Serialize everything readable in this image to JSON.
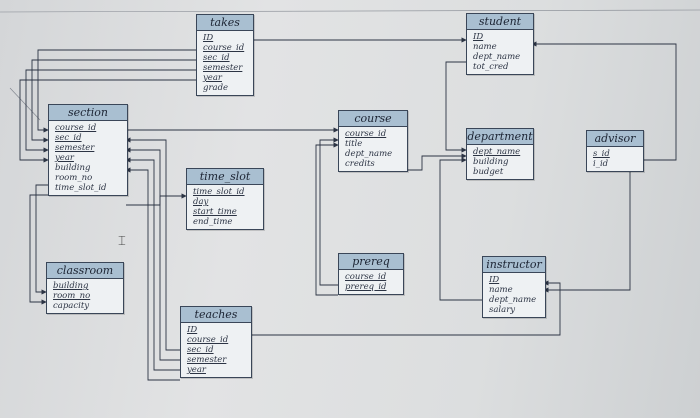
{
  "tables": {
    "takes": {
      "name": "takes",
      "attributes": [
        {
          "label": "ID",
          "pk": true
        },
        {
          "label": "course_id",
          "pk": true
        },
        {
          "label": "sec_id",
          "pk": true
        },
        {
          "label": "semester",
          "pk": true
        },
        {
          "label": "year",
          "pk": true
        },
        {
          "label": "grade",
          "pk": false
        }
      ]
    },
    "student": {
      "name": "student",
      "attributes": [
        {
          "label": "ID",
          "pk": true
        },
        {
          "label": "name",
          "pk": false
        },
        {
          "label": "dept_name",
          "pk": false
        },
        {
          "label": "tot_cred",
          "pk": false
        }
      ]
    },
    "section": {
      "name": "section",
      "attributes": [
        {
          "label": "course_id",
          "pk": true
        },
        {
          "label": "sec_id",
          "pk": true
        },
        {
          "label": "semester",
          "pk": true
        },
        {
          "label": "year",
          "pk": true
        },
        {
          "label": "building",
          "pk": false
        },
        {
          "label": "room_no",
          "pk": false
        },
        {
          "label": "time_slot_id",
          "pk": false
        }
      ]
    },
    "course": {
      "name": "course",
      "attributes": [
        {
          "label": "course_id",
          "pk": true
        },
        {
          "label": "title",
          "pk": false
        },
        {
          "label": "dept_name",
          "pk": false
        },
        {
          "label": "credits",
          "pk": false
        }
      ]
    },
    "department": {
      "name": "department",
      "attributes": [
        {
          "label": "dept_name",
          "pk": true
        },
        {
          "label": "building",
          "pk": false
        },
        {
          "label": "budget",
          "pk": false
        }
      ]
    },
    "advisor": {
      "name": "advisor",
      "attributes": [
        {
          "label": "s_id",
          "pk": true
        },
        {
          "label": "i_id",
          "pk": false
        }
      ]
    },
    "time_slot": {
      "name": "time_slot",
      "attributes": [
        {
          "label": "time_slot_id",
          "pk": true
        },
        {
          "label": "day",
          "pk": true
        },
        {
          "label": "start_time",
          "pk": true
        },
        {
          "label": "end_time",
          "pk": false
        }
      ]
    },
    "prereq": {
      "name": "prereq",
      "attributes": [
        {
          "label": "course_id",
          "pk": true
        },
        {
          "label": "prereq_id",
          "pk": true
        }
      ]
    },
    "classroom": {
      "name": "classroom",
      "attributes": [
        {
          "label": "building",
          "pk": true
        },
        {
          "label": "room_no",
          "pk": true
        },
        {
          "label": "capacity",
          "pk": false
        }
      ]
    },
    "instructor": {
      "name": "instructor",
      "attributes": [
        {
          "label": "ID",
          "pk": true
        },
        {
          "label": "name",
          "pk": false
        },
        {
          "label": "dept_name",
          "pk": false
        },
        {
          "label": "salary",
          "pk": false
        }
      ]
    },
    "teaches": {
      "name": "teaches",
      "attributes": [
        {
          "label": "ID",
          "pk": true
        },
        {
          "label": "course_id",
          "pk": true
        },
        {
          "label": "sec_id",
          "pk": true
        },
        {
          "label": "semester",
          "pk": true
        },
        {
          "label": "year",
          "pk": true
        }
      ]
    }
  },
  "colors": {
    "header_fill": "#a9bfd1",
    "box_fill": "#eef1f3",
    "line": "#3a4658"
  }
}
